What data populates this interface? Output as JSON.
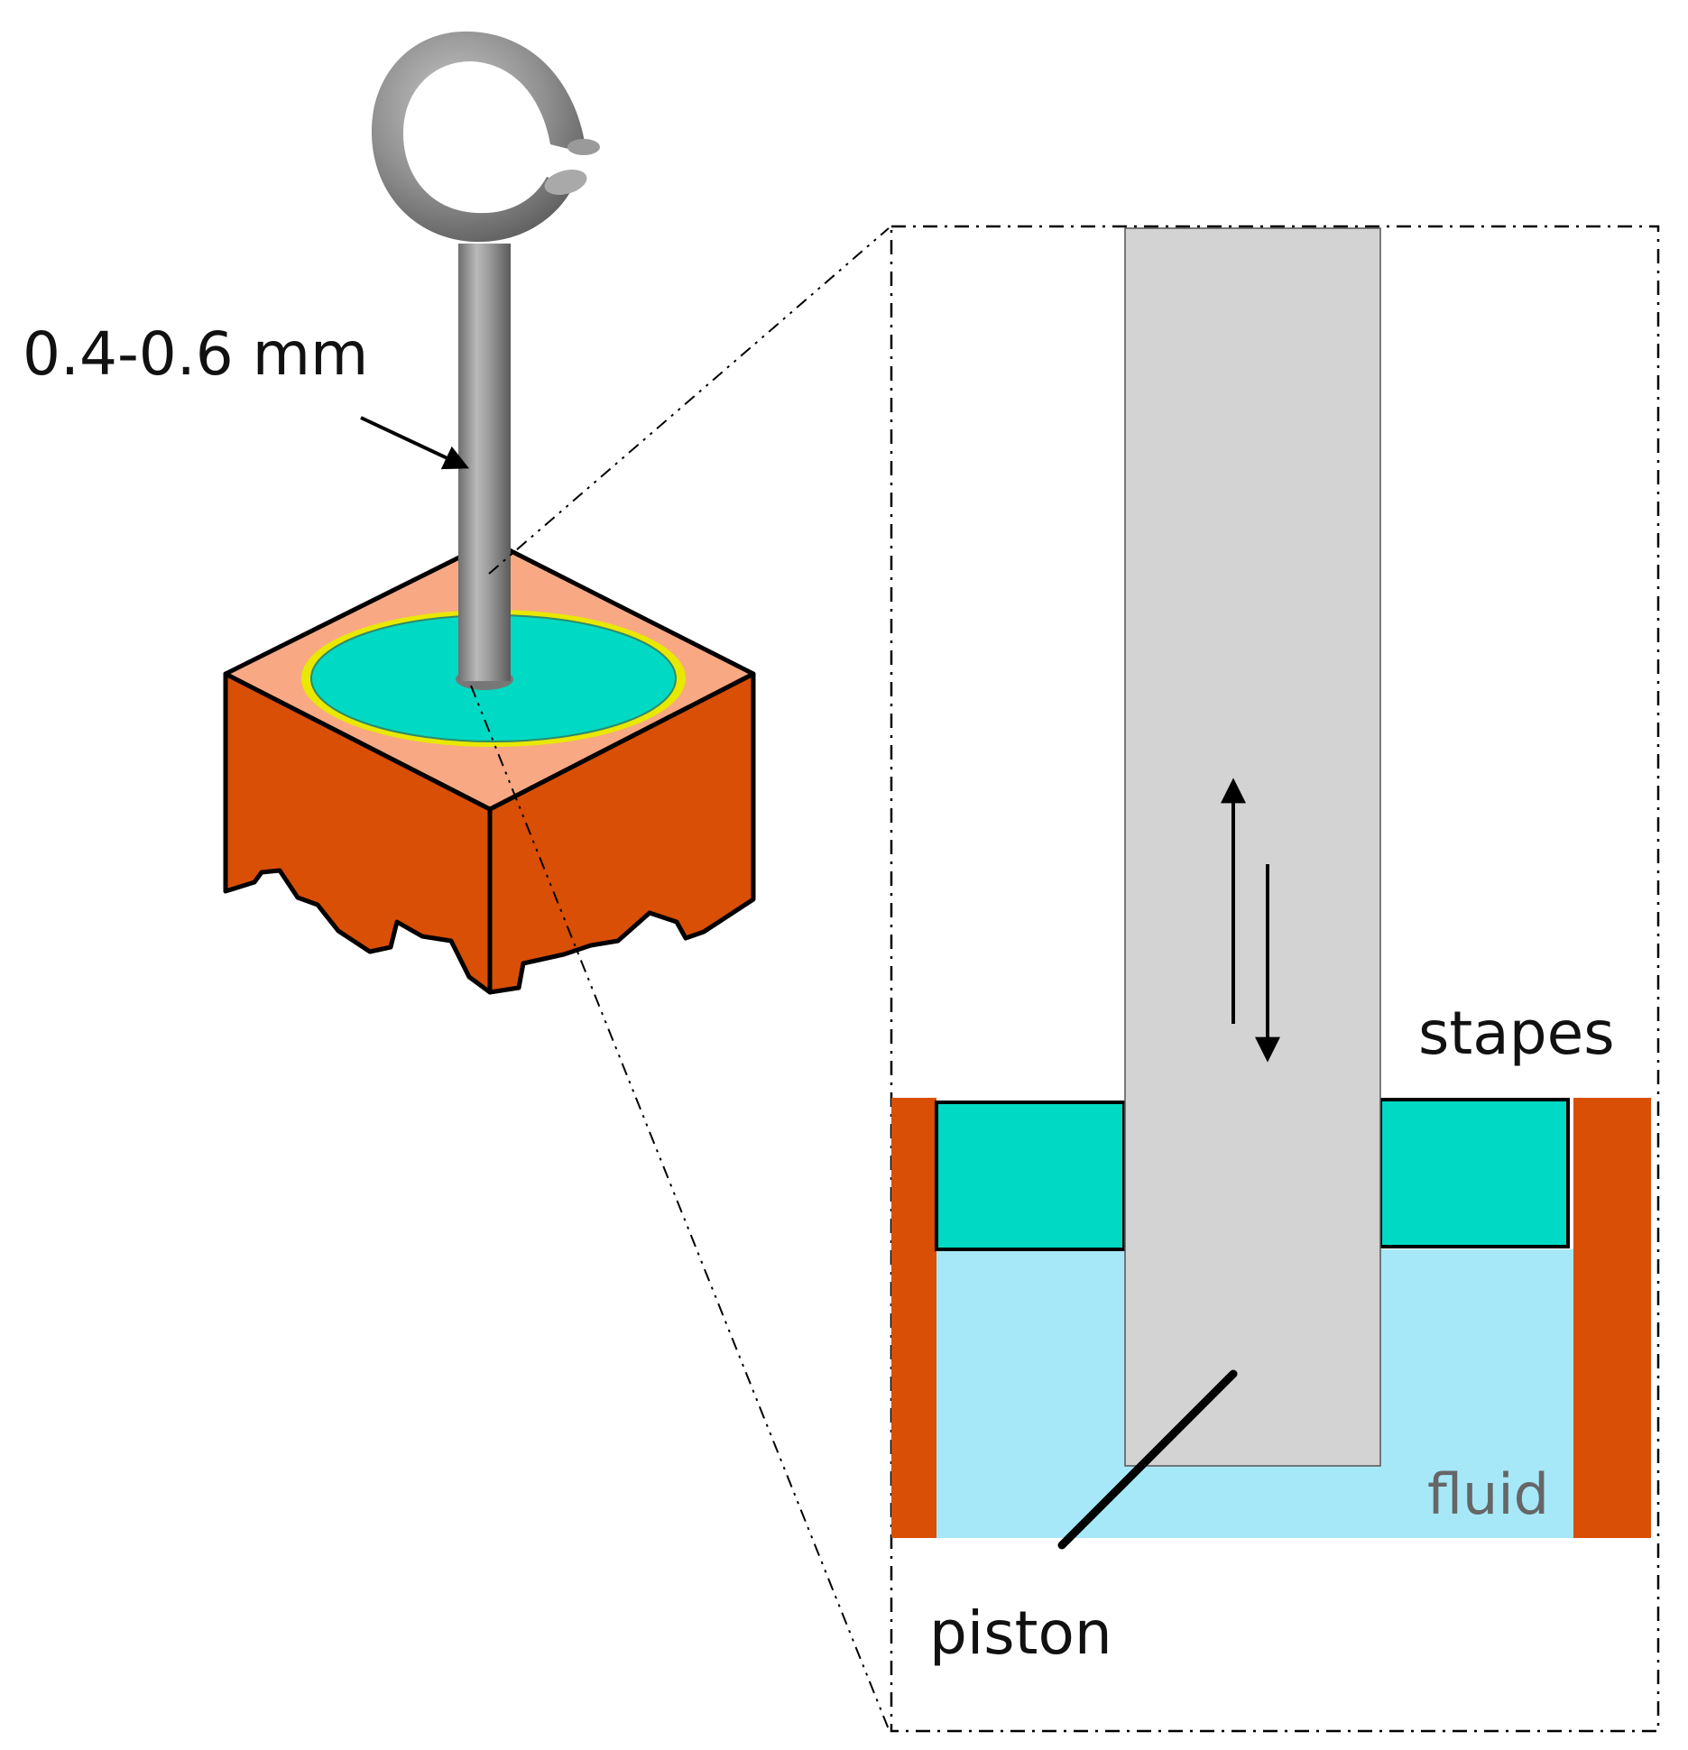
{
  "labels": {
    "dimension": "0.4-0.6 mm",
    "stapes": "stapes",
    "fluid": "fluid",
    "piston": "piston"
  },
  "colors": {
    "bone_side": "#D94F05",
    "bone_top": "#F8A983",
    "footplate": "#00D9C3",
    "footplate_ring": "#E8E800",
    "fluid": "#A6E8F8",
    "piston": "#D3D3D3",
    "outline": "#000000"
  },
  "icons": {
    "motion": "up-down-arrows-icon",
    "prosthesis_hook": "hook-icon"
  }
}
